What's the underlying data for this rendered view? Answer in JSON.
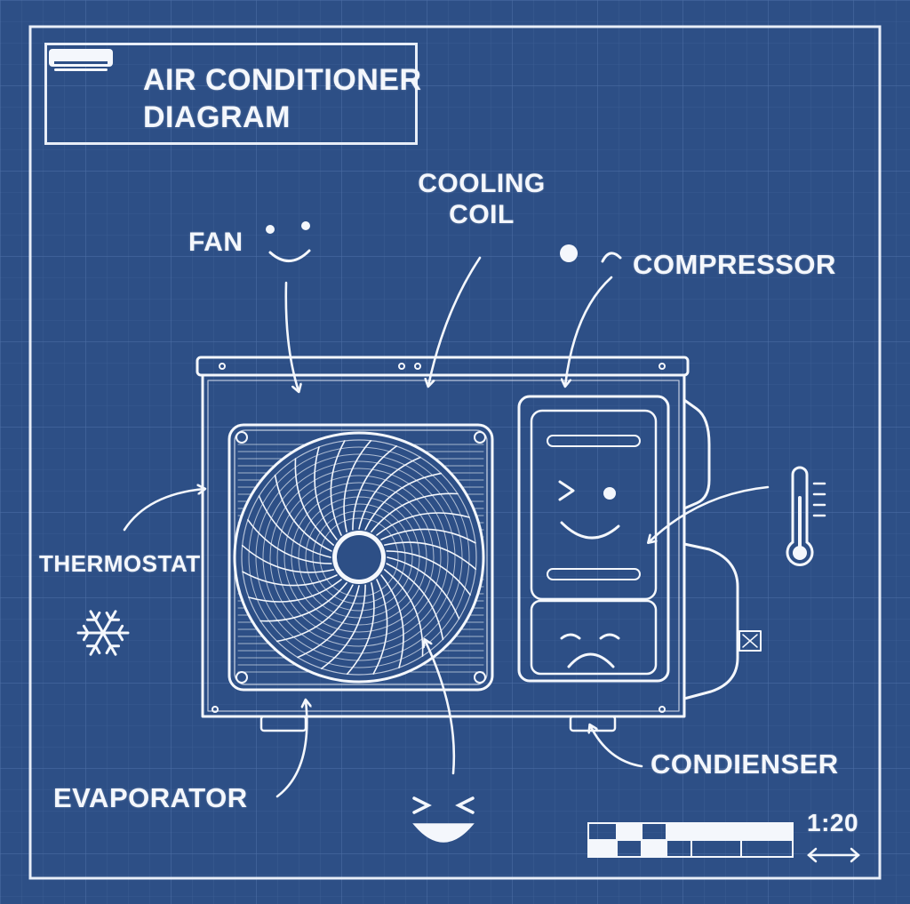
{
  "title": {
    "line1": "AIR CONDITIONER",
    "line2": "DIAGRAM"
  },
  "labels": {
    "fan": "FAN",
    "cooling_coil_line1": "COOLING",
    "cooling_coil_line2": "COIL",
    "compressor": "COMPRESSOR",
    "thermostat": "THERMOSTAT",
    "evaporator": "EVAPORATOR",
    "condenser": "CONDIENSER"
  },
  "scale": {
    "text": "1:20"
  },
  "icons": [
    "air-conditioner-icon",
    "snowflake-icon",
    "thermometer-icon",
    "smiley-face-icons",
    "double-arrow-icon"
  ],
  "colors": {
    "background": "#2d4f86",
    "grid": "#4a6ca3",
    "line": "#f4f7fc"
  }
}
